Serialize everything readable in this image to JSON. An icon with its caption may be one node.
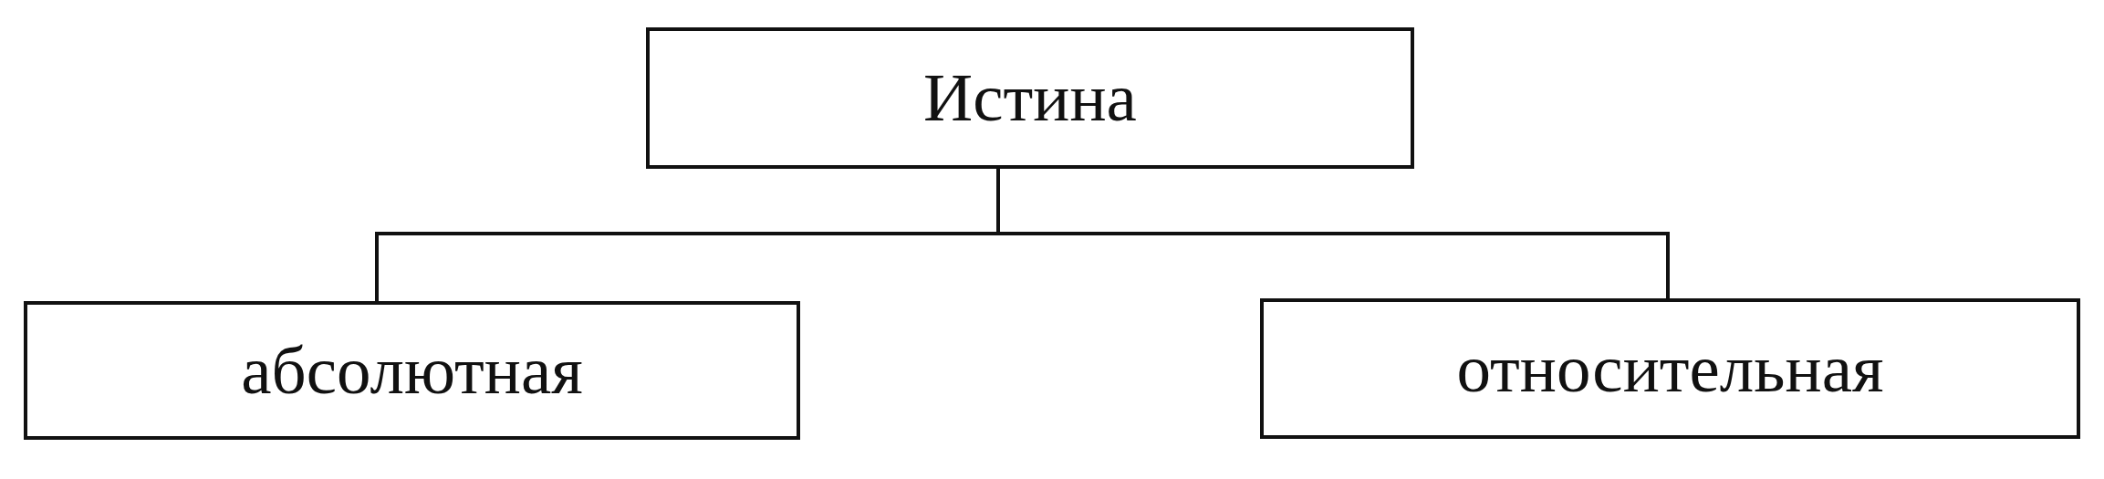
{
  "diagram": {
    "nodes": [
      {
        "text": [
          "Истина"
        ]
      },
      {
        "text": [
          "абсолютная"
        ]
      },
      {
        "text": [
          "относительная"
        ]
      }
    ],
    "edges": [
      {
        "from": 0,
        "to": 1,
        "arrow": "none"
      },
      {
        "from": 0,
        "to": 2,
        "arrow": "none"
      }
    ]
  }
}
